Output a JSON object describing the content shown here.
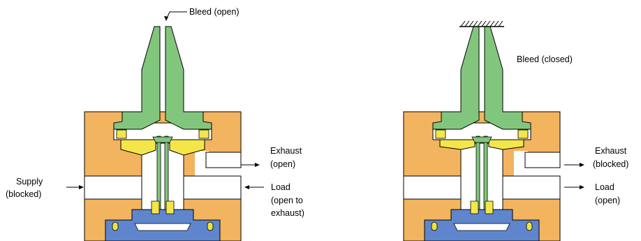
{
  "colors": {
    "body": "#F2B45E",
    "stem": "#82C67E",
    "seat": "#F4E64A",
    "base": "#5F86CC",
    "base_seal": "#F0E040",
    "passage": "#FFFFFF",
    "outline": "#000000"
  },
  "left_valve": {
    "bleed": "Bleed (open)",
    "exhaust": [
      "Exhaust",
      "(open)"
    ],
    "supply": [
      "Supply",
      "(blocked)"
    ],
    "load": [
      "Load",
      "(open to",
      "exhaust)"
    ]
  },
  "right_valve": {
    "bleed": "Bleed (closed)",
    "exhaust": [
      "Exhaust",
      "(blocked)"
    ],
    "load": [
      "Load",
      "(open)"
    ]
  }
}
